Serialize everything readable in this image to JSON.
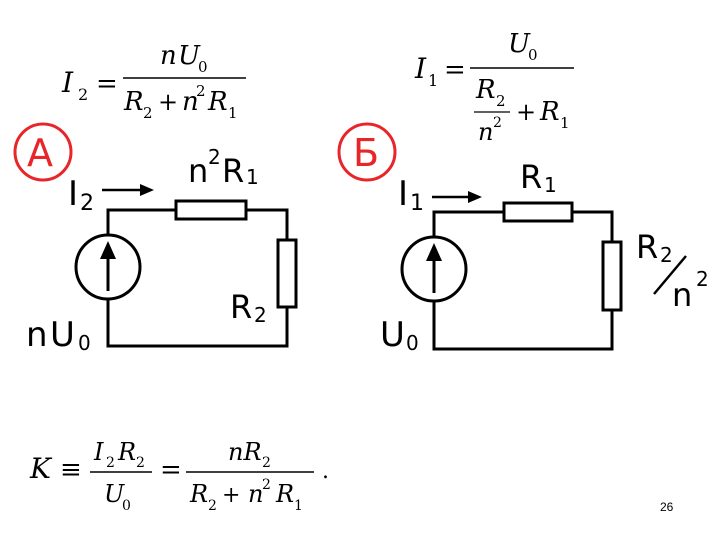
{
  "formulas": {
    "i2": {
      "lhs_sym": "I",
      "lhs_sub": "2",
      "num_n": "n",
      "num_U": "U",
      "num_sub": "0",
      "den_R2": "R",
      "den_R2_sub": "2",
      "den_plus": "+",
      "den_n": "n",
      "den_exp": "2",
      "den_R1": "R",
      "den_R1_sub": "1"
    },
    "i1": {
      "lhs_sym": "I",
      "lhs_sub": "1",
      "num_U": "U",
      "num_sub": "0",
      "den_R2": "R",
      "den_R2_sub": "2",
      "den_n": "n",
      "den_n_exp": "2",
      "den_plus": "+",
      "den_R1": "R",
      "den_R1_sub": "1"
    },
    "k": {
      "lhs": "K",
      "f1_num_I": "I",
      "f1_num_I_sub": "2",
      "f1_num_R": "R",
      "f1_num_R_sub": "2",
      "f1_den_U": "U",
      "f1_den_U_sub": "0",
      "f2_num": "nR",
      "f2_num_sub": "2",
      "f2_den_R2": "R",
      "f2_den_R2_sub": "2",
      "f2_plus": "+",
      "f2_den_n": "n",
      "f2_den_exp": "2",
      "f2_den_R1": "R",
      "f2_den_R1_sub": "1",
      "period": "."
    }
  },
  "circuit_a": {
    "badge": "А",
    "current_label": "I",
    "current_sub": "2",
    "resistor_top": "n",
    "resistor_top_exp": "2",
    "resistor_top_R": "R",
    "resistor_top_sub": "1",
    "resistor_right": "R",
    "resistor_right_sub": "2",
    "source_n": "n",
    "source_U": "U",
    "source_sub": "0"
  },
  "circuit_b": {
    "badge": "Б",
    "current_label": "I",
    "current_sub": "1",
    "resistor_top": "R",
    "resistor_top_sub": "1",
    "resistor_right": "R",
    "resistor_right_sub": "2",
    "resistor_right_slash": "/",
    "resistor_right_n": "n",
    "resistor_right_exp": "2",
    "source_U": "U",
    "source_sub": "0"
  },
  "page_number": "26",
  "colors": {
    "badge": "#e8262a",
    "ink": "#000000"
  }
}
